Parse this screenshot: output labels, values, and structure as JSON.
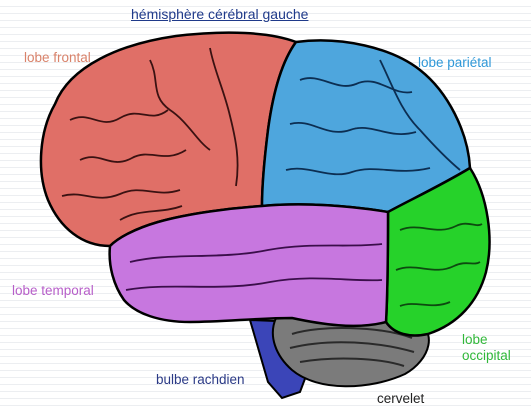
{
  "title": "hémisphère cérébral gauche",
  "labels": {
    "frontal": "lobe frontal",
    "parietal": "lobe pariétal",
    "temporal": "lobe temporal",
    "occipital_line1": "lobe",
    "occipital_line2": "occipital",
    "bulbe": "bulbe rachdien",
    "cervelet": "cervelet"
  },
  "colors": {
    "frontal": "#e06f67",
    "parietal": "#4ea6dd",
    "temporal": "#c777df",
    "occipital": "#26d22a",
    "cerebellum": "#777777",
    "brainstem": "#3b45b8",
    "title": "#1f3a8a"
  }
}
